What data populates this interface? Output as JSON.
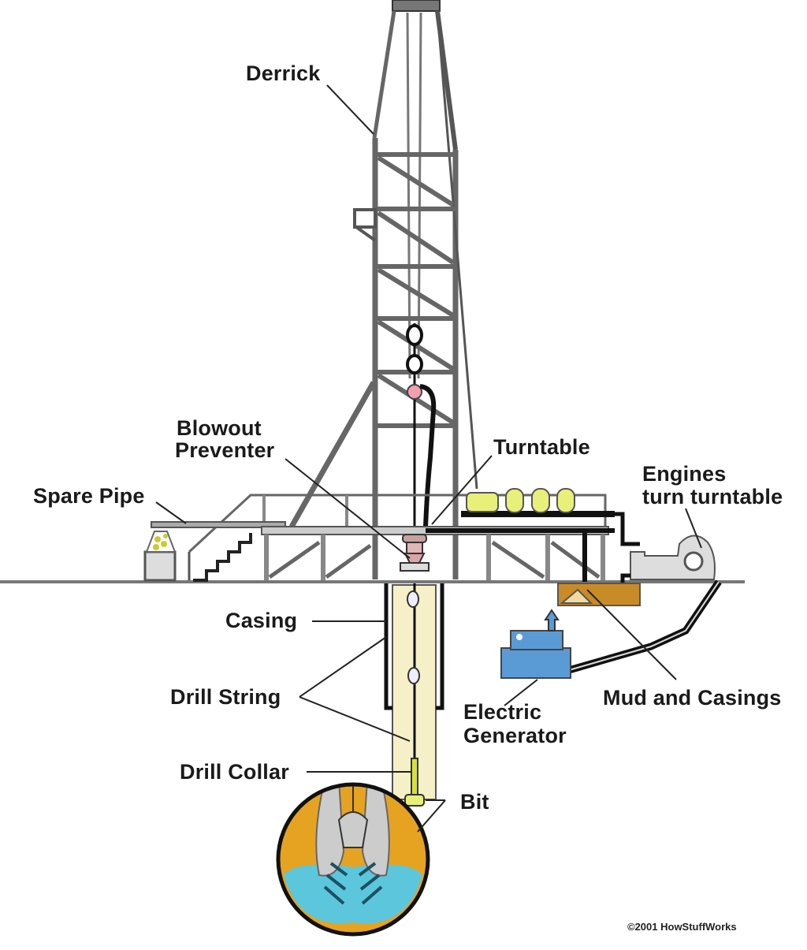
{
  "diagram": {
    "subject": "Oil drilling rig",
    "colors": {
      "steel": "#6b6b6b",
      "steel_light": "#d9d9d9",
      "outline": "#222222",
      "casing_fill": "#f5f0c8",
      "bit_earth": "#e6a321",
      "mud_water": "#5cc6dc",
      "generator_blue": "#5b9bd5",
      "mud_pit": "#c98b28",
      "engine_yellow": "#e8f07a",
      "blowout_pink": "#d9a6a6"
    },
    "labels": {
      "derrick": "Derrick",
      "blowout_line1": "Blowout",
      "blowout_line2": "Preventer",
      "turntable": "Turntable",
      "spare_pipe": "Spare Pipe",
      "engines_line1": "Engines",
      "engines_line2": "turn turntable",
      "casing": "Casing",
      "drill_string": "Drill String",
      "electric_line1": "Electric",
      "electric_line2": "Generator",
      "mud_and_casings": "Mud and Casings",
      "drill_collar": "Drill Collar",
      "bit": "Bit"
    },
    "copyright": "©2001 HowStuffWorks"
  }
}
